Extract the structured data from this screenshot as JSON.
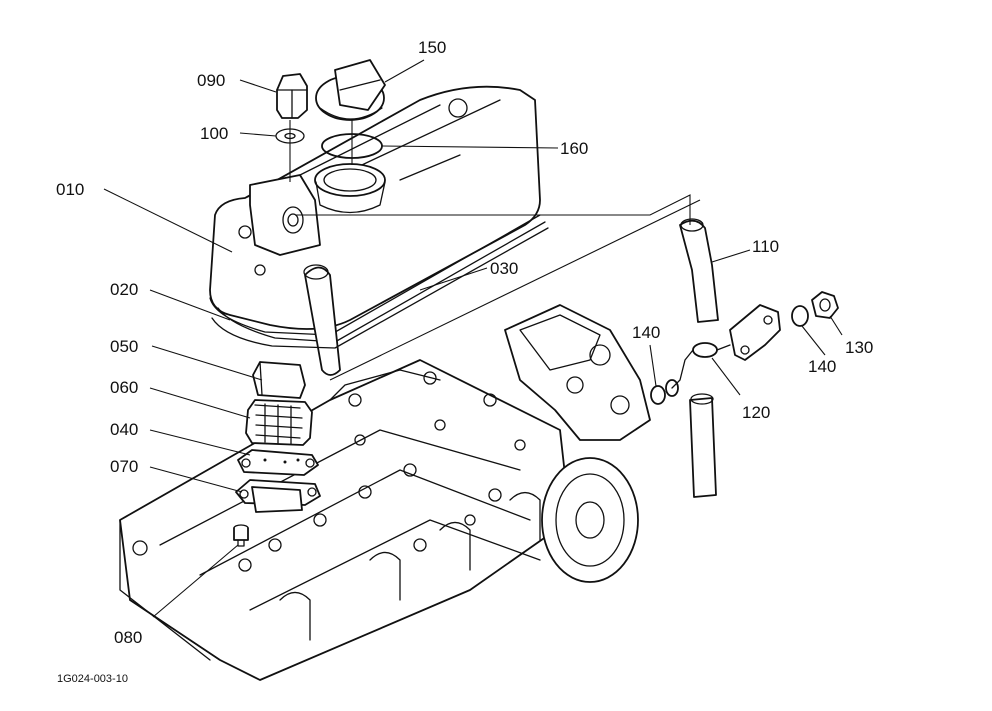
{
  "callouts": {
    "c010": "010",
    "c020": "020",
    "c030": "030",
    "c040": "040",
    "c050": "050",
    "c060": "060",
    "c070": "070",
    "c080": "080",
    "c090": "090",
    "c100": "100",
    "c110": "110",
    "c120": "120",
    "c130": "130",
    "c140a": "140",
    "c140b": "140",
    "c150": "150",
    "c160": "160"
  },
  "drawing_code": "1G024-003-10"
}
